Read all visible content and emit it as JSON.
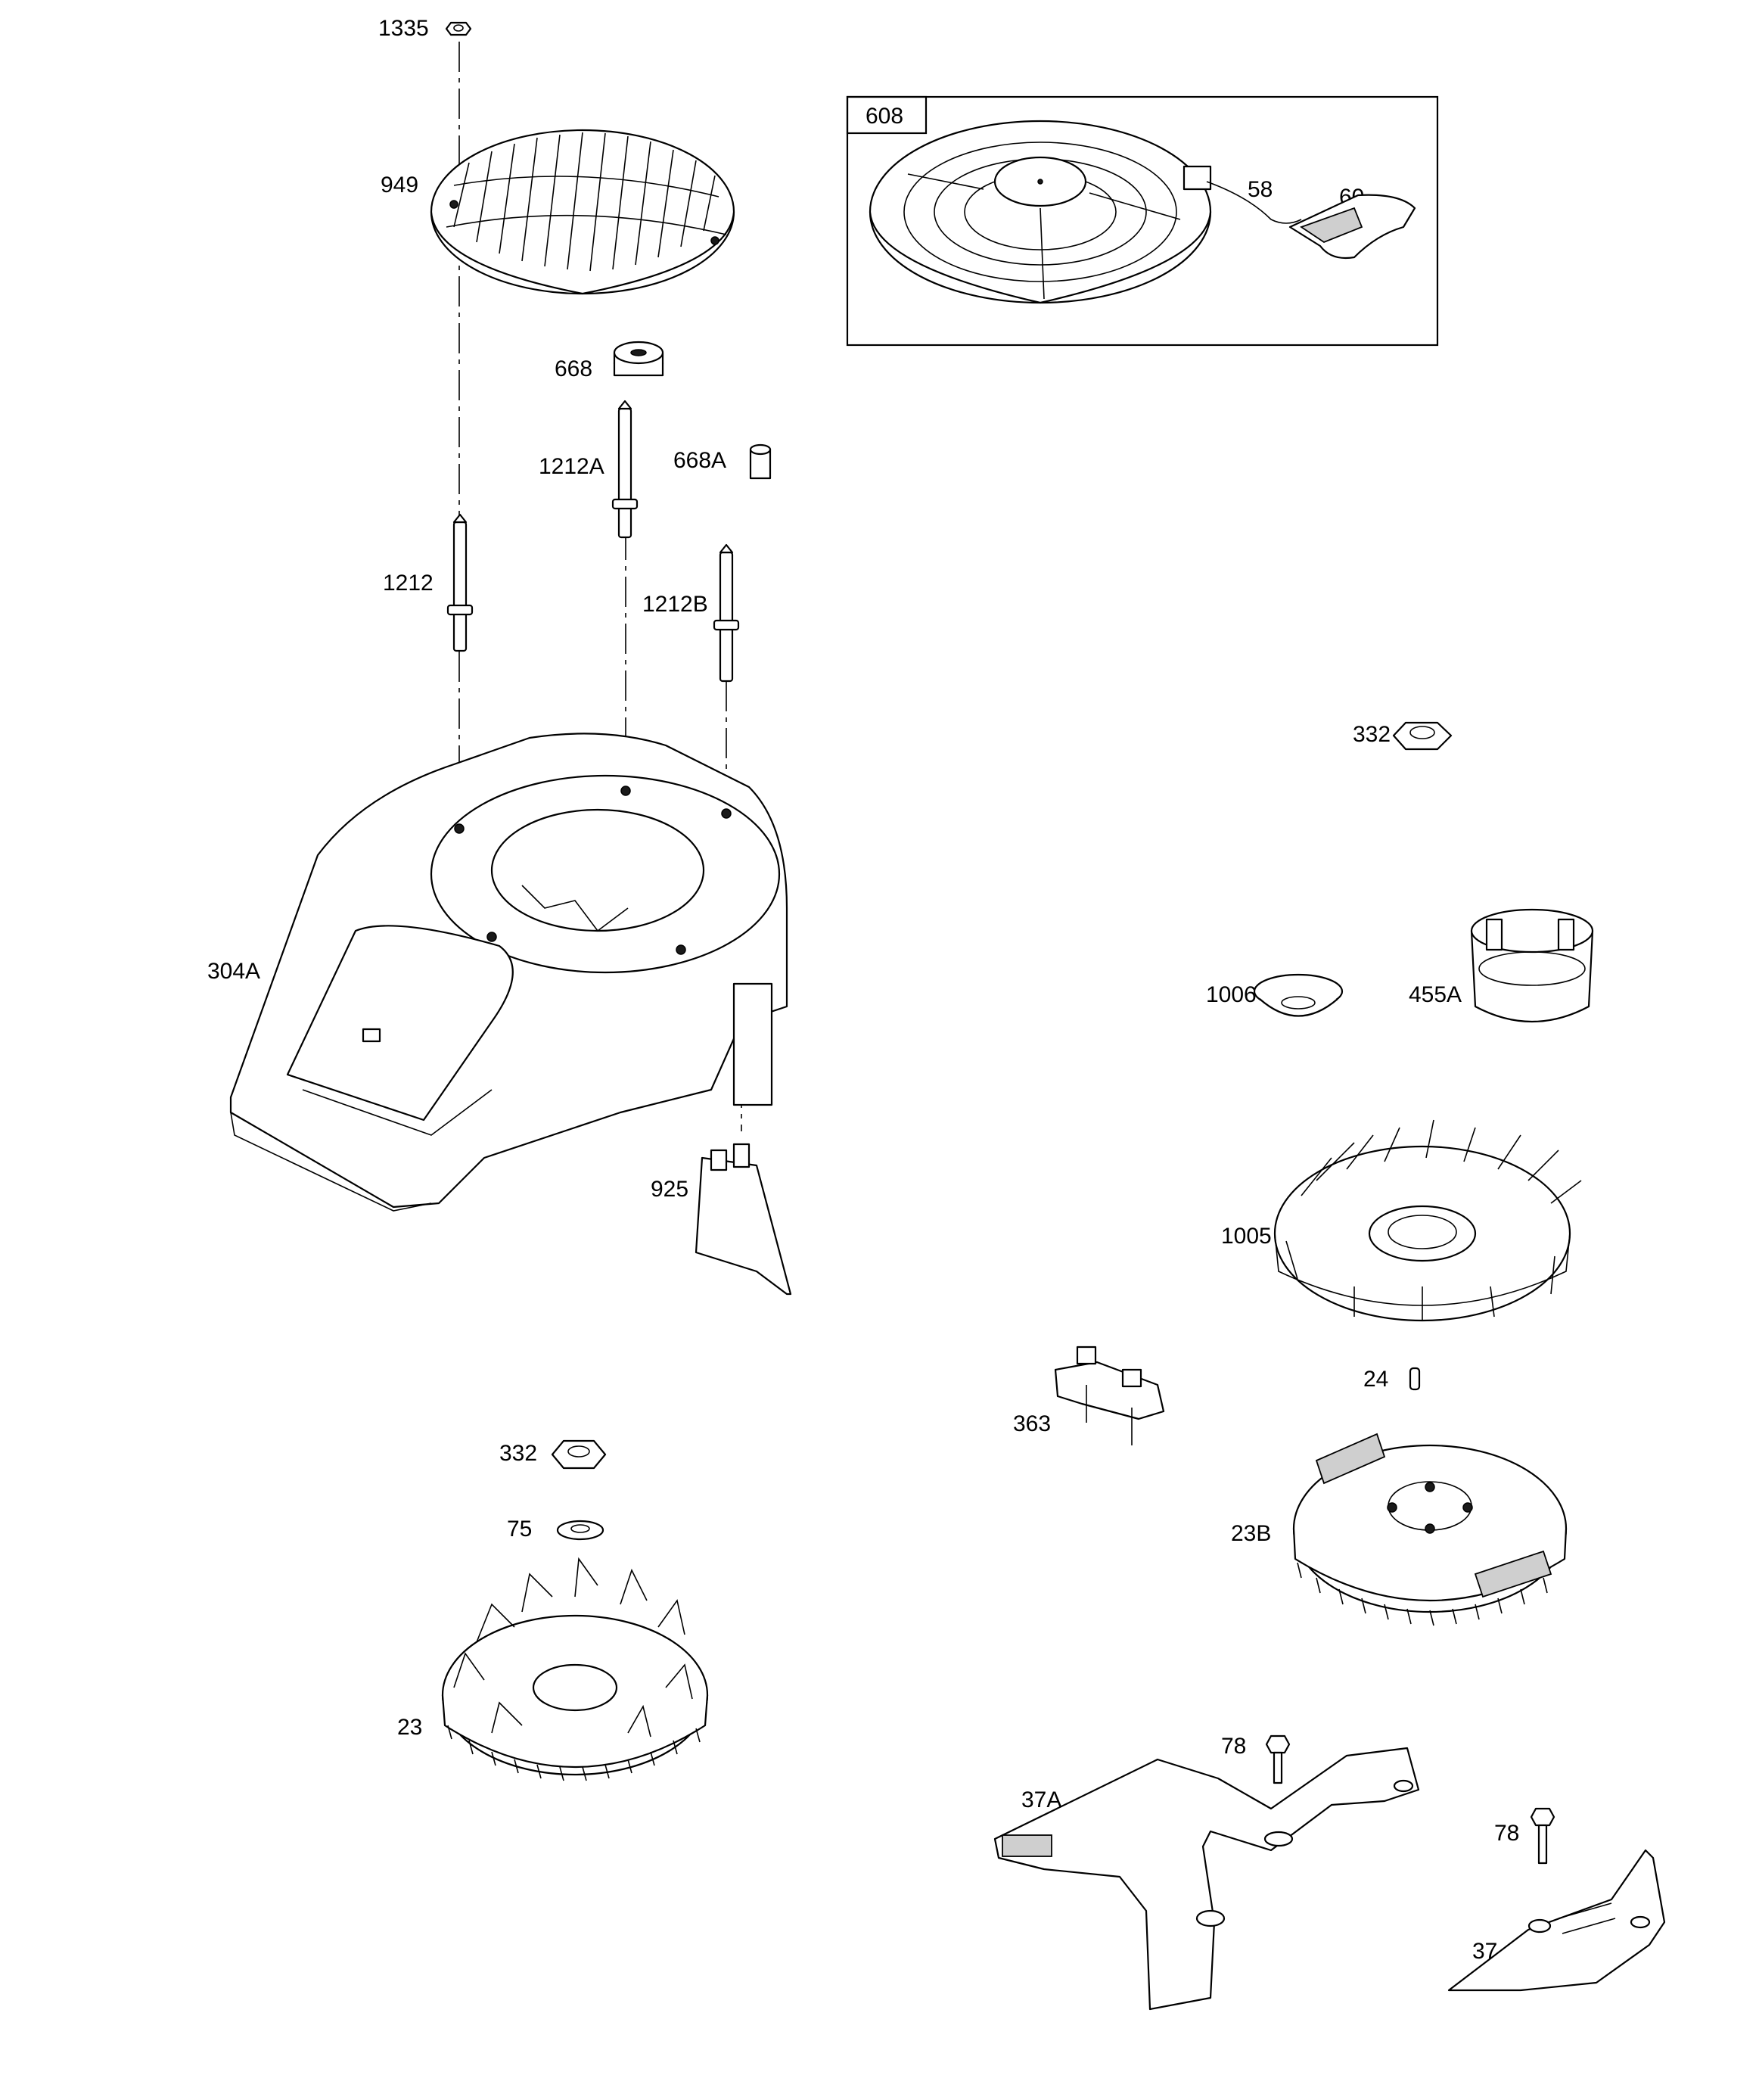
{
  "callouts": {
    "p1335": "1335",
    "p949": "949",
    "p608": "608",
    "p58": "58",
    "p60": "60",
    "p668": "668",
    "p1212a": "1212A",
    "p668a": "668A",
    "p1212": "1212",
    "p1212b": "1212B",
    "p332_top": "332",
    "p304a": "304A",
    "p1006": "1006",
    "p455a": "455A",
    "p925": "925",
    "p1005": "1005",
    "p24": "24",
    "p363": "363",
    "p332_bottom": "332",
    "p75": "75",
    "p23b": "23B",
    "p23": "23",
    "p78_top": "78",
    "p37a": "37A",
    "p78_bottom": "78",
    "p37": "37"
  }
}
